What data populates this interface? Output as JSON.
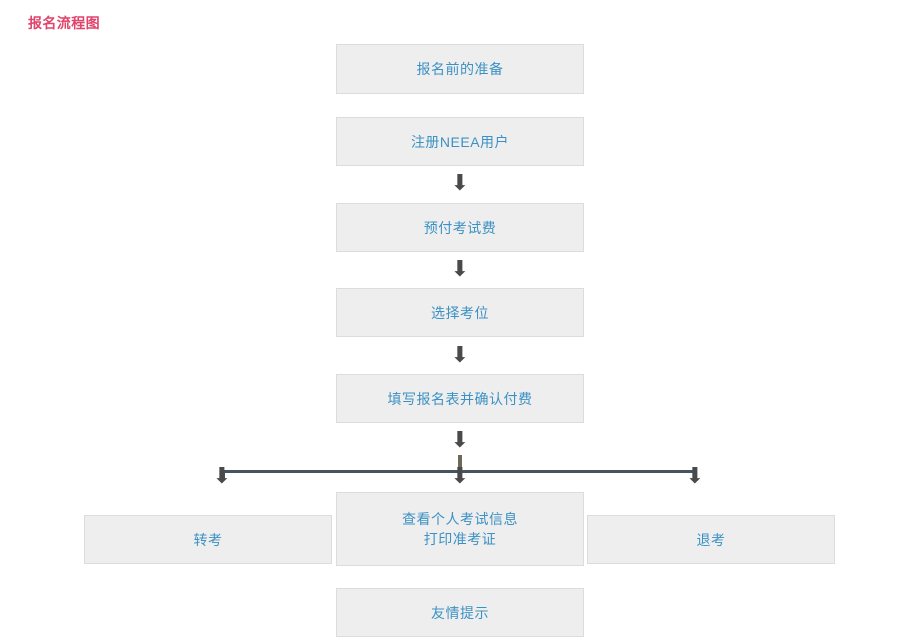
{
  "page": {
    "title": "报名流程图",
    "title_color": "#e0436b",
    "background": "#ffffff"
  },
  "theme": {
    "box_fill": "#eeeeee",
    "box_border": "#dcdcdc",
    "box_text": "#3c91c4",
    "arrow_color": "#4a4a4a",
    "connector_color": "#45545e"
  },
  "flow": {
    "steps": [
      {
        "id": "step-1",
        "label": "报名前的准备",
        "column": "center"
      },
      {
        "id": "step-2",
        "label": "注册NEEA用户",
        "column": "center"
      },
      {
        "id": "step-3",
        "label": "预付考试费",
        "column": "center"
      },
      {
        "id": "step-4",
        "label": "选择考位",
        "column": "center"
      },
      {
        "id": "step-5",
        "label": "填写报名表并确认付费",
        "column": "center"
      },
      {
        "id": "step-6",
        "label_line1": "查看个人考试信息",
        "label_line2": "打印准考证",
        "column": "center"
      },
      {
        "id": "branch-left",
        "label": "转考",
        "column": "left"
      },
      {
        "id": "branch-right",
        "label": "退考",
        "column": "right"
      },
      {
        "id": "step-7",
        "label": "友情提示",
        "column": "center"
      }
    ],
    "arrows": {
      "glyph": "⬇",
      "names": [
        "arrow-step2-to-step3",
        "arrow-step3-to-step4",
        "arrow-step4-to-step5",
        "arrow-step5-to-branch",
        "arrow-branch-center",
        "arrow-branch-left",
        "arrow-branch-right"
      ]
    }
  }
}
